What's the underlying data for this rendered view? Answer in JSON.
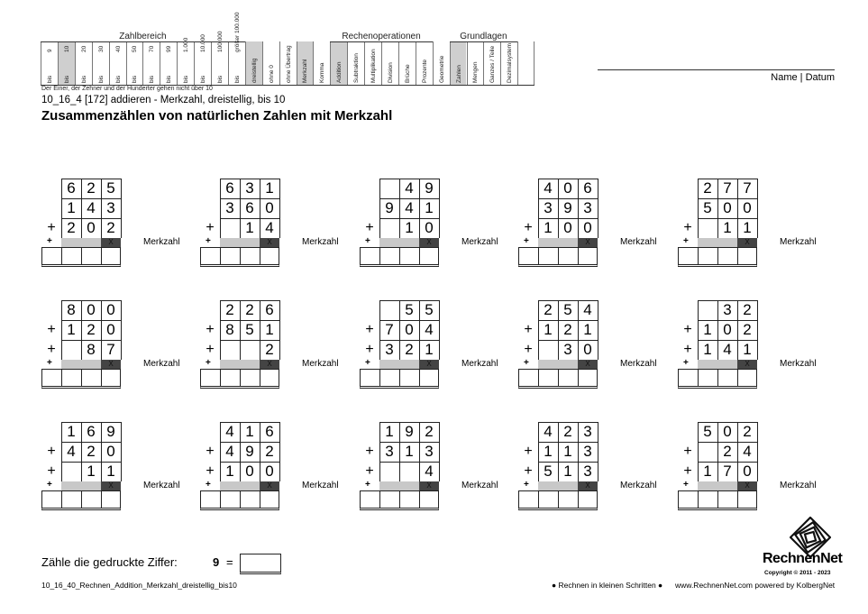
{
  "header": {
    "groups": [
      "Zahlbereich",
      "Rechenoperationen",
      "Grundlagen"
    ],
    "zahlbereich": [
      "9",
      "10",
      "20",
      "30",
      "40",
      "50",
      "70",
      "99",
      "1.000",
      "10.000",
      "100.000",
      "größer 100.000"
    ],
    "bis_label": "bis",
    "categories": [
      "dreistellig",
      "ohne 0",
      "ohne Übertrag",
      "Merkzahl",
      "Komma",
      "Addition",
      "Subtraktion",
      "Multiplikation",
      "Division",
      "Brüche",
      "Prozente",
      "Geometrie",
      "Zahlen",
      "Mengen",
      "Ganzes / Teile",
      "Dezimalsystem"
    ],
    "name_label": "Name | Datum",
    "note": "Der Einer, der Zehner und der Hunderter gehen nicht über 10",
    "code_line": "10_16_4   [172]   addieren - Merkzahl, dreistellig, bis 10",
    "title": "Zusammenzählen von natürlichen Zahlen mit Merkzahl"
  },
  "problem_labels": {
    "merkzahl": "Merkzahl",
    "carry_mark": "X",
    "carry_plus": "+"
  },
  "problems": [
    {
      "r1": [
        "6",
        "2",
        "5"
      ],
      "s2": "",
      "r2": [
        "1",
        "4",
        "3"
      ],
      "s3": "+",
      "r3": [
        "2",
        "0",
        "2"
      ]
    },
    {
      "r1": [
        "6",
        "3",
        "1"
      ],
      "s2": "",
      "r2": [
        "3",
        "6",
        "0"
      ],
      "s3": "+",
      "r3": [
        "",
        "1",
        "4"
      ]
    },
    {
      "r1": [
        "",
        "4",
        "9"
      ],
      "s2": "",
      "r2": [
        "9",
        "4",
        "1"
      ],
      "s3": "+",
      "r3": [
        "",
        "1",
        "0"
      ]
    },
    {
      "r1": [
        "4",
        "0",
        "6"
      ],
      "s2": "",
      "r2": [
        "3",
        "9",
        "3"
      ],
      "s3": "+",
      "r3": [
        "1",
        "0",
        "0"
      ]
    },
    {
      "r1": [
        "2",
        "7",
        "7"
      ],
      "s2": "",
      "r2": [
        "5",
        "0",
        "0"
      ],
      "s3": "+",
      "r3": [
        "",
        "1",
        "1"
      ]
    },
    {
      "r1": [
        "8",
        "0",
        "0"
      ],
      "s2": "+",
      "r2": [
        "1",
        "2",
        "0"
      ],
      "s3": "+",
      "r3": [
        "",
        "8",
        "7"
      ]
    },
    {
      "r1": [
        "2",
        "2",
        "6"
      ],
      "s2": "+",
      "r2": [
        "8",
        "5",
        "1"
      ],
      "s3": "+",
      "r3": [
        "",
        "",
        "2"
      ]
    },
    {
      "r1": [
        "",
        "5",
        "5"
      ],
      "s2": "+",
      "r2": [
        "7",
        "0",
        "4"
      ],
      "s3": "+",
      "r3": [
        "3",
        "2",
        "1"
      ]
    },
    {
      "r1": [
        "2",
        "5",
        "4"
      ],
      "s2": "+",
      "r2": [
        "1",
        "2",
        "1"
      ],
      "s3": "+",
      "r3": [
        "",
        "3",
        "0"
      ]
    },
    {
      "r1": [
        "",
        "3",
        "2"
      ],
      "s2": "+",
      "r2": [
        "1",
        "0",
        "2"
      ],
      "s3": "+",
      "r3": [
        "1",
        "4",
        "1"
      ]
    },
    {
      "r1": [
        "1",
        "6",
        "9"
      ],
      "s2": "+",
      "r2": [
        "4",
        "2",
        "0"
      ],
      "s3": "+",
      "r3": [
        "",
        "1",
        "1"
      ]
    },
    {
      "r1": [
        "4",
        "1",
        "6"
      ],
      "s2": "+",
      "r2": [
        "4",
        "9",
        "2"
      ],
      "s3": "+",
      "r3": [
        "1",
        "0",
        "0"
      ]
    },
    {
      "r1": [
        "1",
        "9",
        "2"
      ],
      "s2": "+",
      "r2": [
        "3",
        "1",
        "3"
      ],
      "s3": "+",
      "r3": [
        "",
        "",
        "4"
      ]
    },
    {
      "r1": [
        "4",
        "2",
        "3"
      ],
      "s2": "+",
      "r2": [
        "1",
        "1",
        "3"
      ],
      "s3": "+",
      "r3": [
        "5",
        "1",
        "3"
      ]
    },
    {
      "r1": [
        "5",
        "0",
        "2"
      ],
      "s2": "+",
      "r2": [
        "",
        "2",
        "4"
      ],
      "s3": "+",
      "r3": [
        "1",
        "7",
        "0"
      ]
    }
  ],
  "counter": {
    "label": "Zähle die gedruckte Ziffer:",
    "digit": "9",
    "equals": "="
  },
  "footer": {
    "file": "10_16_40_Rechnen_Addition_Merkzahl_dreistellig_bis10",
    "middle": "● Rechnen in kleinen Schritten ●",
    "url": "www.RechnenNet.com powered by KolbergNet",
    "brand": "RechnenNet",
    "copyright": "Copyright © 2011 - 2023"
  }
}
